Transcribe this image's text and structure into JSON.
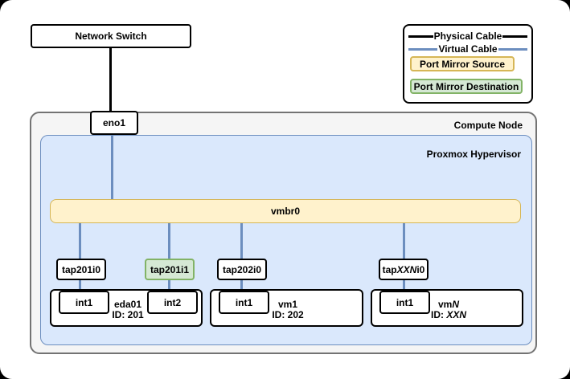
{
  "colors": {
    "physical_cable": "#000000",
    "virtual_cable": "#6c8ebf",
    "mirror_source_fill": "#fff2cc",
    "mirror_source_border": "#d6b656",
    "mirror_destination_fill": "#d5e8d4",
    "mirror_destination_border": "#82b366",
    "hypervisor_fill": "#dae8fc",
    "hypervisor_border": "#6c8ebf",
    "compute_node_fill": "#f5f5f5"
  },
  "network_switch": {
    "label": "Network Switch"
  },
  "legend": {
    "physical": "Physical Cable",
    "virtual": "Virtual Cable",
    "source": "Port Mirror Source",
    "destination": "Port Mirror Destination"
  },
  "compute_node": {
    "label": "Compute Node"
  },
  "hypervisor": {
    "label": "Proxmox Hypervisor"
  },
  "nic": {
    "label": "eno1"
  },
  "bridge": {
    "label": "vmbr0"
  },
  "taps": [
    {
      "label": "tap201i0",
      "type": "normal"
    },
    {
      "label": "tap201i1",
      "type": "mirror-destination"
    },
    {
      "label": "tap202i0",
      "type": "normal"
    },
    {
      "pre": "tap",
      "italic": "XXN",
      "post": "i0",
      "type": "normal"
    }
  ],
  "vms": [
    {
      "name": "eda01",
      "id_label": "ID: 201",
      "interfaces": [
        "int1",
        "int2"
      ]
    },
    {
      "name": "vm1",
      "id_label": "ID: 202",
      "interfaces": [
        "int1"
      ]
    },
    {
      "name_pre": "vm",
      "name_italic": "N",
      "id_pre": "ID: ",
      "id_italic": "XXN",
      "interfaces": [
        "int1"
      ]
    }
  ]
}
